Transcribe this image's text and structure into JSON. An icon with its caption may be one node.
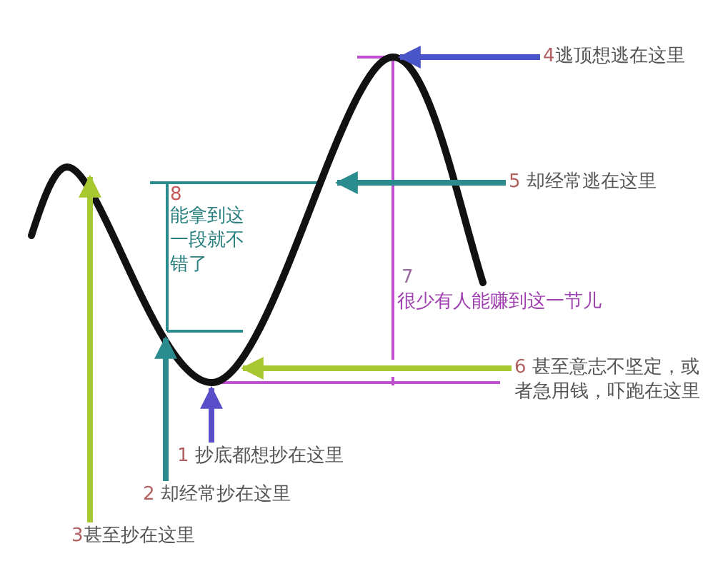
{
  "diagram": {
    "nodes": [
      {
        "text": [
          "4",
          "逃顶想逃在这里"
        ]
      },
      {
        "text": [
          "5",
          "却经常逃在这里"
        ]
      },
      {
        "text": [
          "6",
          "甚至意志不坚定，或者急用钱，吓跑在这里"
        ]
      },
      {
        "text": [
          "1",
          "抄底都想抄在这里"
        ]
      },
      {
        "text": [
          "2",
          "却经常抄在这里"
        ]
      },
      {
        "text": [
          "3",
          "甚至抄在这里"
        ]
      }
    ],
    "edges": [
      {
        "from": 0,
        "to": null,
        "arrow": "to",
        "color": "#4a55c8"
      },
      {
        "from": 1,
        "to": null,
        "arrow": "to",
        "color": "#2a8c8c"
      },
      {
        "from": 2,
        "to": null,
        "arrow": "to",
        "color": "#a8c832"
      },
      {
        "from": 3,
        "to": null,
        "arrow": "to",
        "color": "#5b4fc9"
      },
      {
        "from": 4,
        "to": null,
        "arrow": "to",
        "color": "#2a8c8c"
      },
      {
        "from": 5,
        "to": null,
        "arrow": "to",
        "color": "#a8c832"
      }
    ],
    "labels": [
      "8",
      "能拿到这一段就不错了",
      "7",
      "很少有人能赚到这一节儿"
    ]
  }
}
